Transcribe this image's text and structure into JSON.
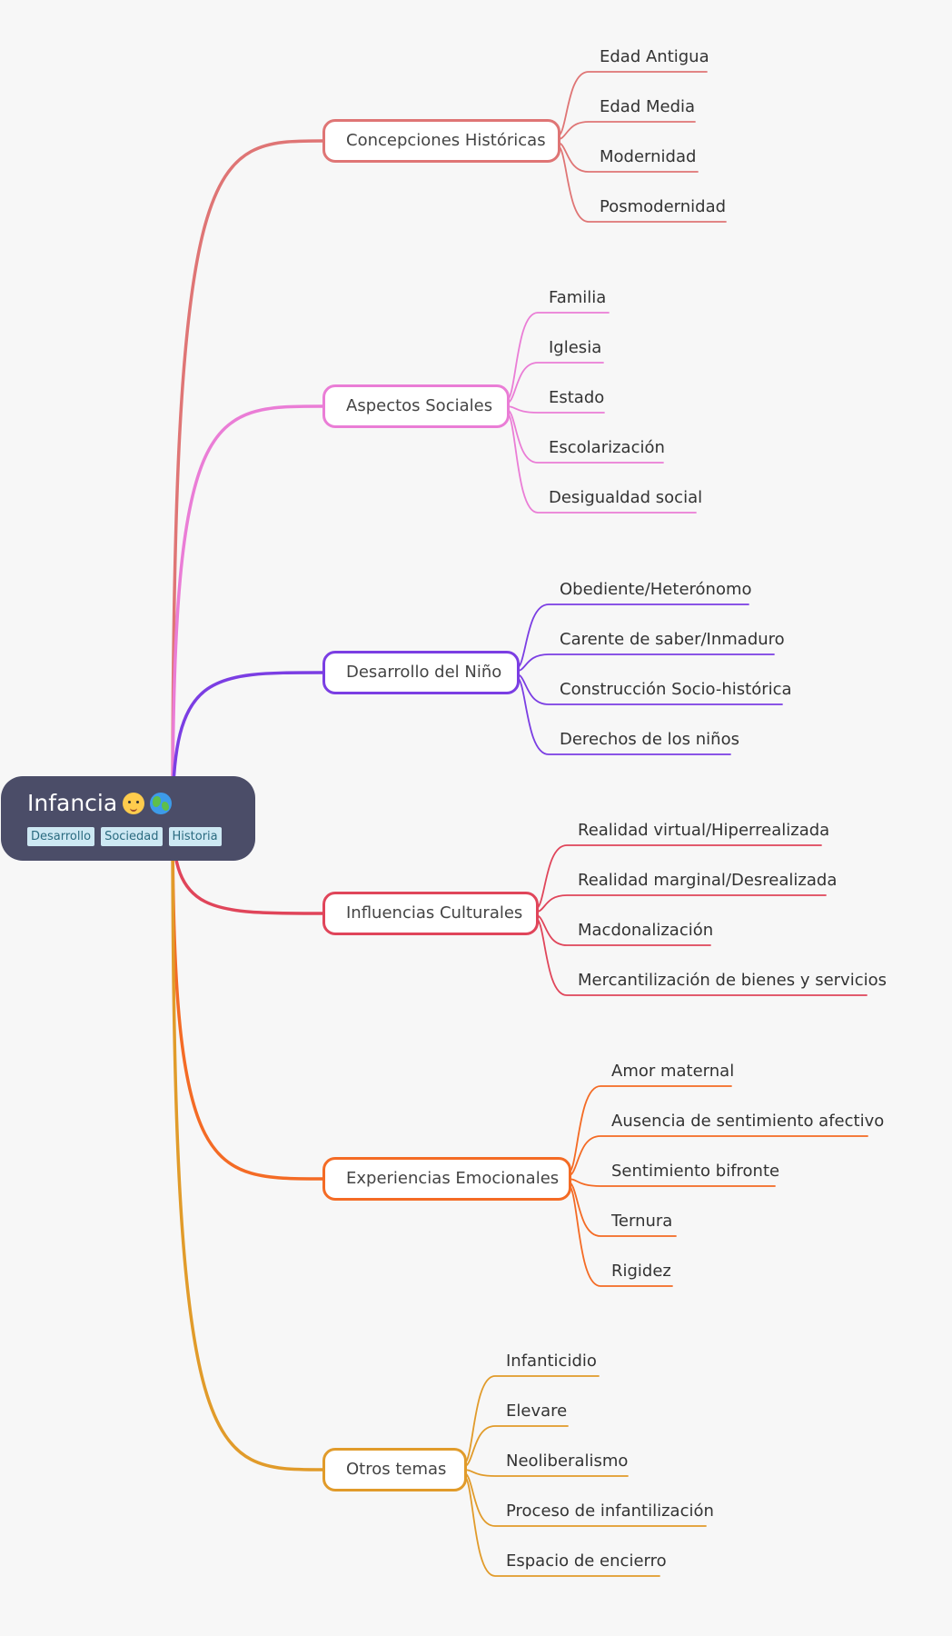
{
  "root": {
    "title": "Infancia",
    "tags": [
      "Desarrollo",
      "Sociedad",
      "Historia"
    ],
    "icons": [
      "baby-emoji-icon",
      "globe-emoji-icon"
    ],
    "color": "#4b4d68"
  },
  "branches": [
    {
      "label": "Concepciones Históricas",
      "color": "#df7575",
      "leaves": [
        "Edad Antigua",
        "Edad Media",
        "Modernidad",
        "Posmodernidad"
      ]
    },
    {
      "label": "Aspectos Sociales",
      "color": "#ea7dd6",
      "leaves": [
        "Familia",
        "Iglesia",
        "Estado",
        "Escolarización",
        "Desigualdad social"
      ]
    },
    {
      "label": "Desarrollo del Niño",
      "color": "#7b3ee3",
      "leaves": [
        "Obediente/Heterónomo",
        "Carente de saber/Inmaduro",
        "Construcción Socio-histórica",
        "Derechos de los niños"
      ]
    },
    {
      "label": "Influencias Culturales",
      "color": "#e0455a",
      "leaves": [
        "Realidad virtual/Hiperrealizada",
        "Realidad marginal/Desrealizada",
        "Macdonalización",
        "Mercantilización de bienes y servicios"
      ]
    },
    {
      "label": "Experiencias Emocionales",
      "color": "#f46b25",
      "leaves": [
        "Amor maternal",
        "Ausencia de sentimiento afectivo",
        "Sentimiento bifronte",
        "Ternura",
        "Rigidez"
      ]
    },
    {
      "label": "Otros temas",
      "color": "#e19b2a",
      "leaves": [
        "Infanticidio",
        "Elevare",
        "Neoliberalismo",
        "Proceso de infantilización",
        "Espacio de encierro"
      ]
    }
  ]
}
